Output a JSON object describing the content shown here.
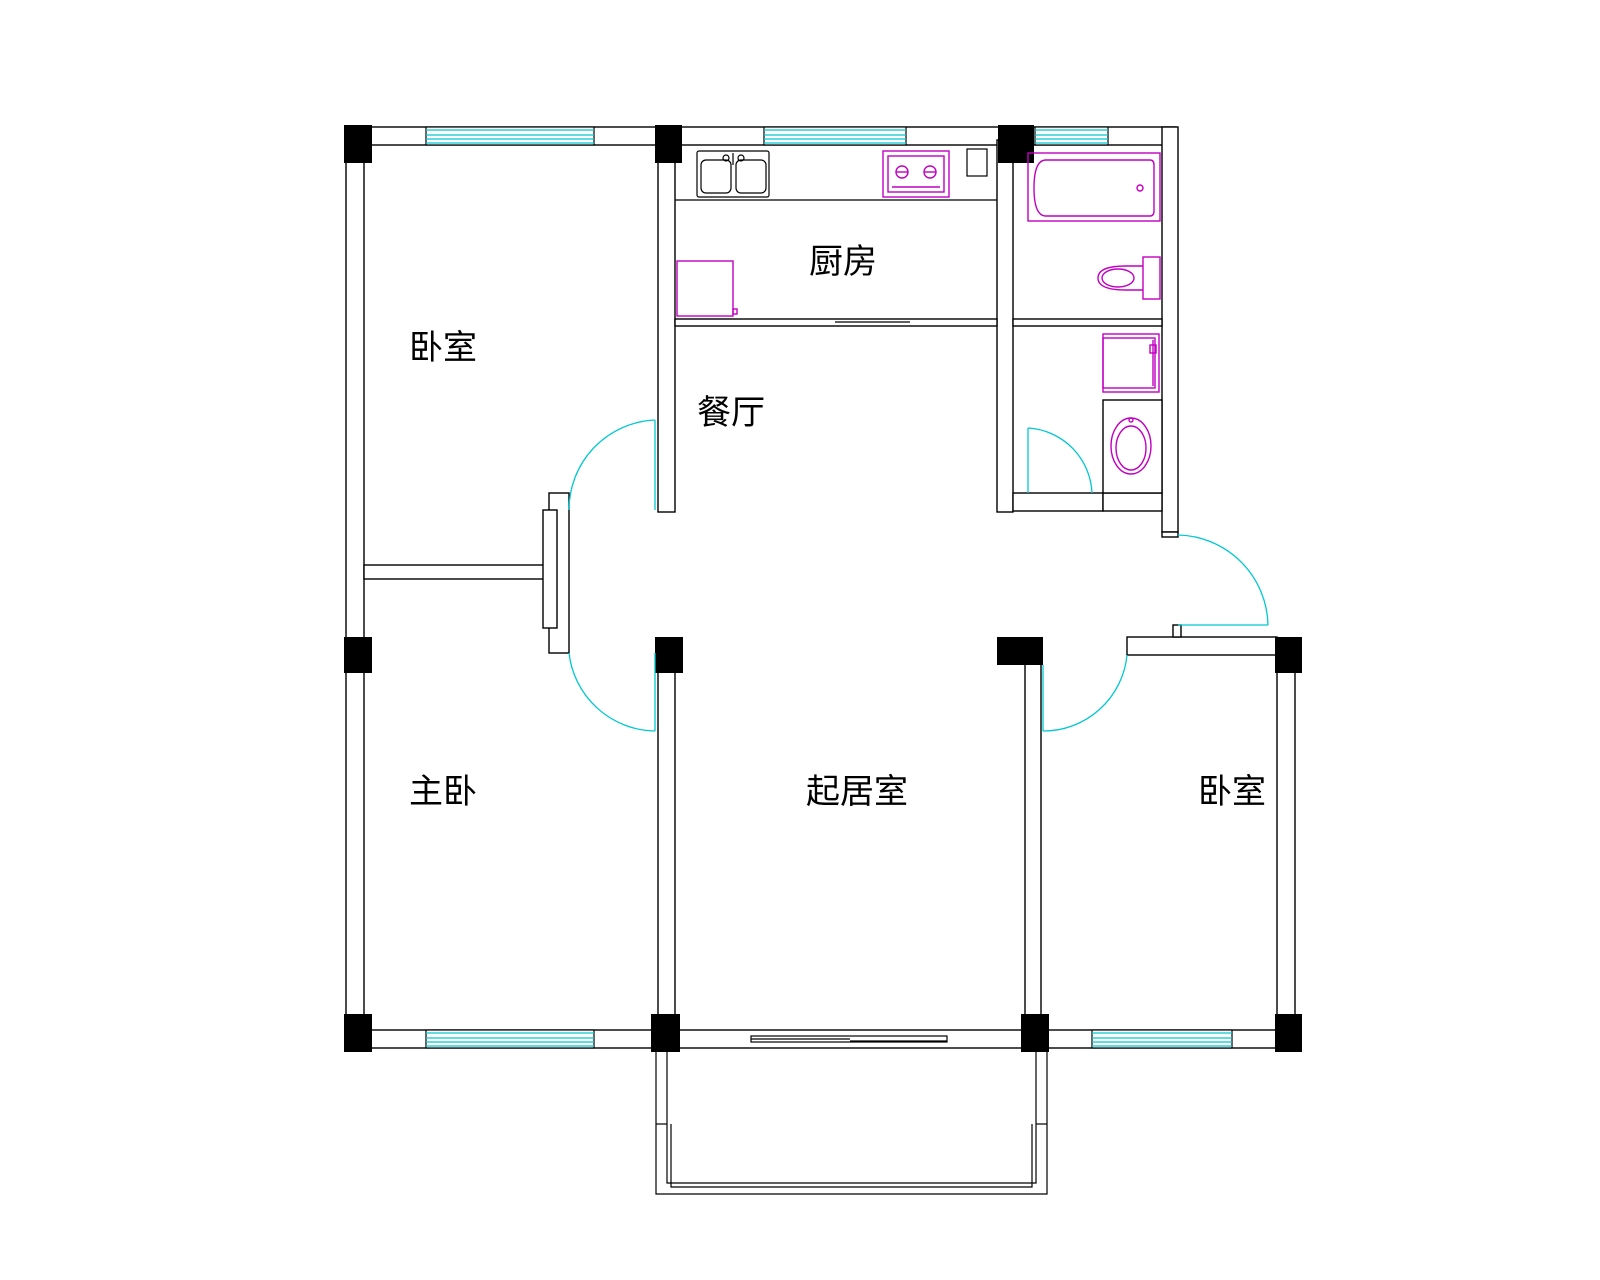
{
  "floor_plan": {
    "rooms": {
      "bedroom_north": "卧室",
      "kitchen": "厨房",
      "dining": "餐厅",
      "master_bedroom": "主卧",
      "living_room": "起居室",
      "bedroom_east": "卧室"
    },
    "colors": {
      "walls": "#000000",
      "windows_doors": "#00c8d2",
      "fixtures": "#c000c0"
    },
    "fixture_icons": [
      "double-sink-icon",
      "gas-stove-icon",
      "fridge-icon",
      "bathtub-icon",
      "toilet-icon",
      "washing-machine-icon",
      "wash-basin-icon"
    ]
  }
}
